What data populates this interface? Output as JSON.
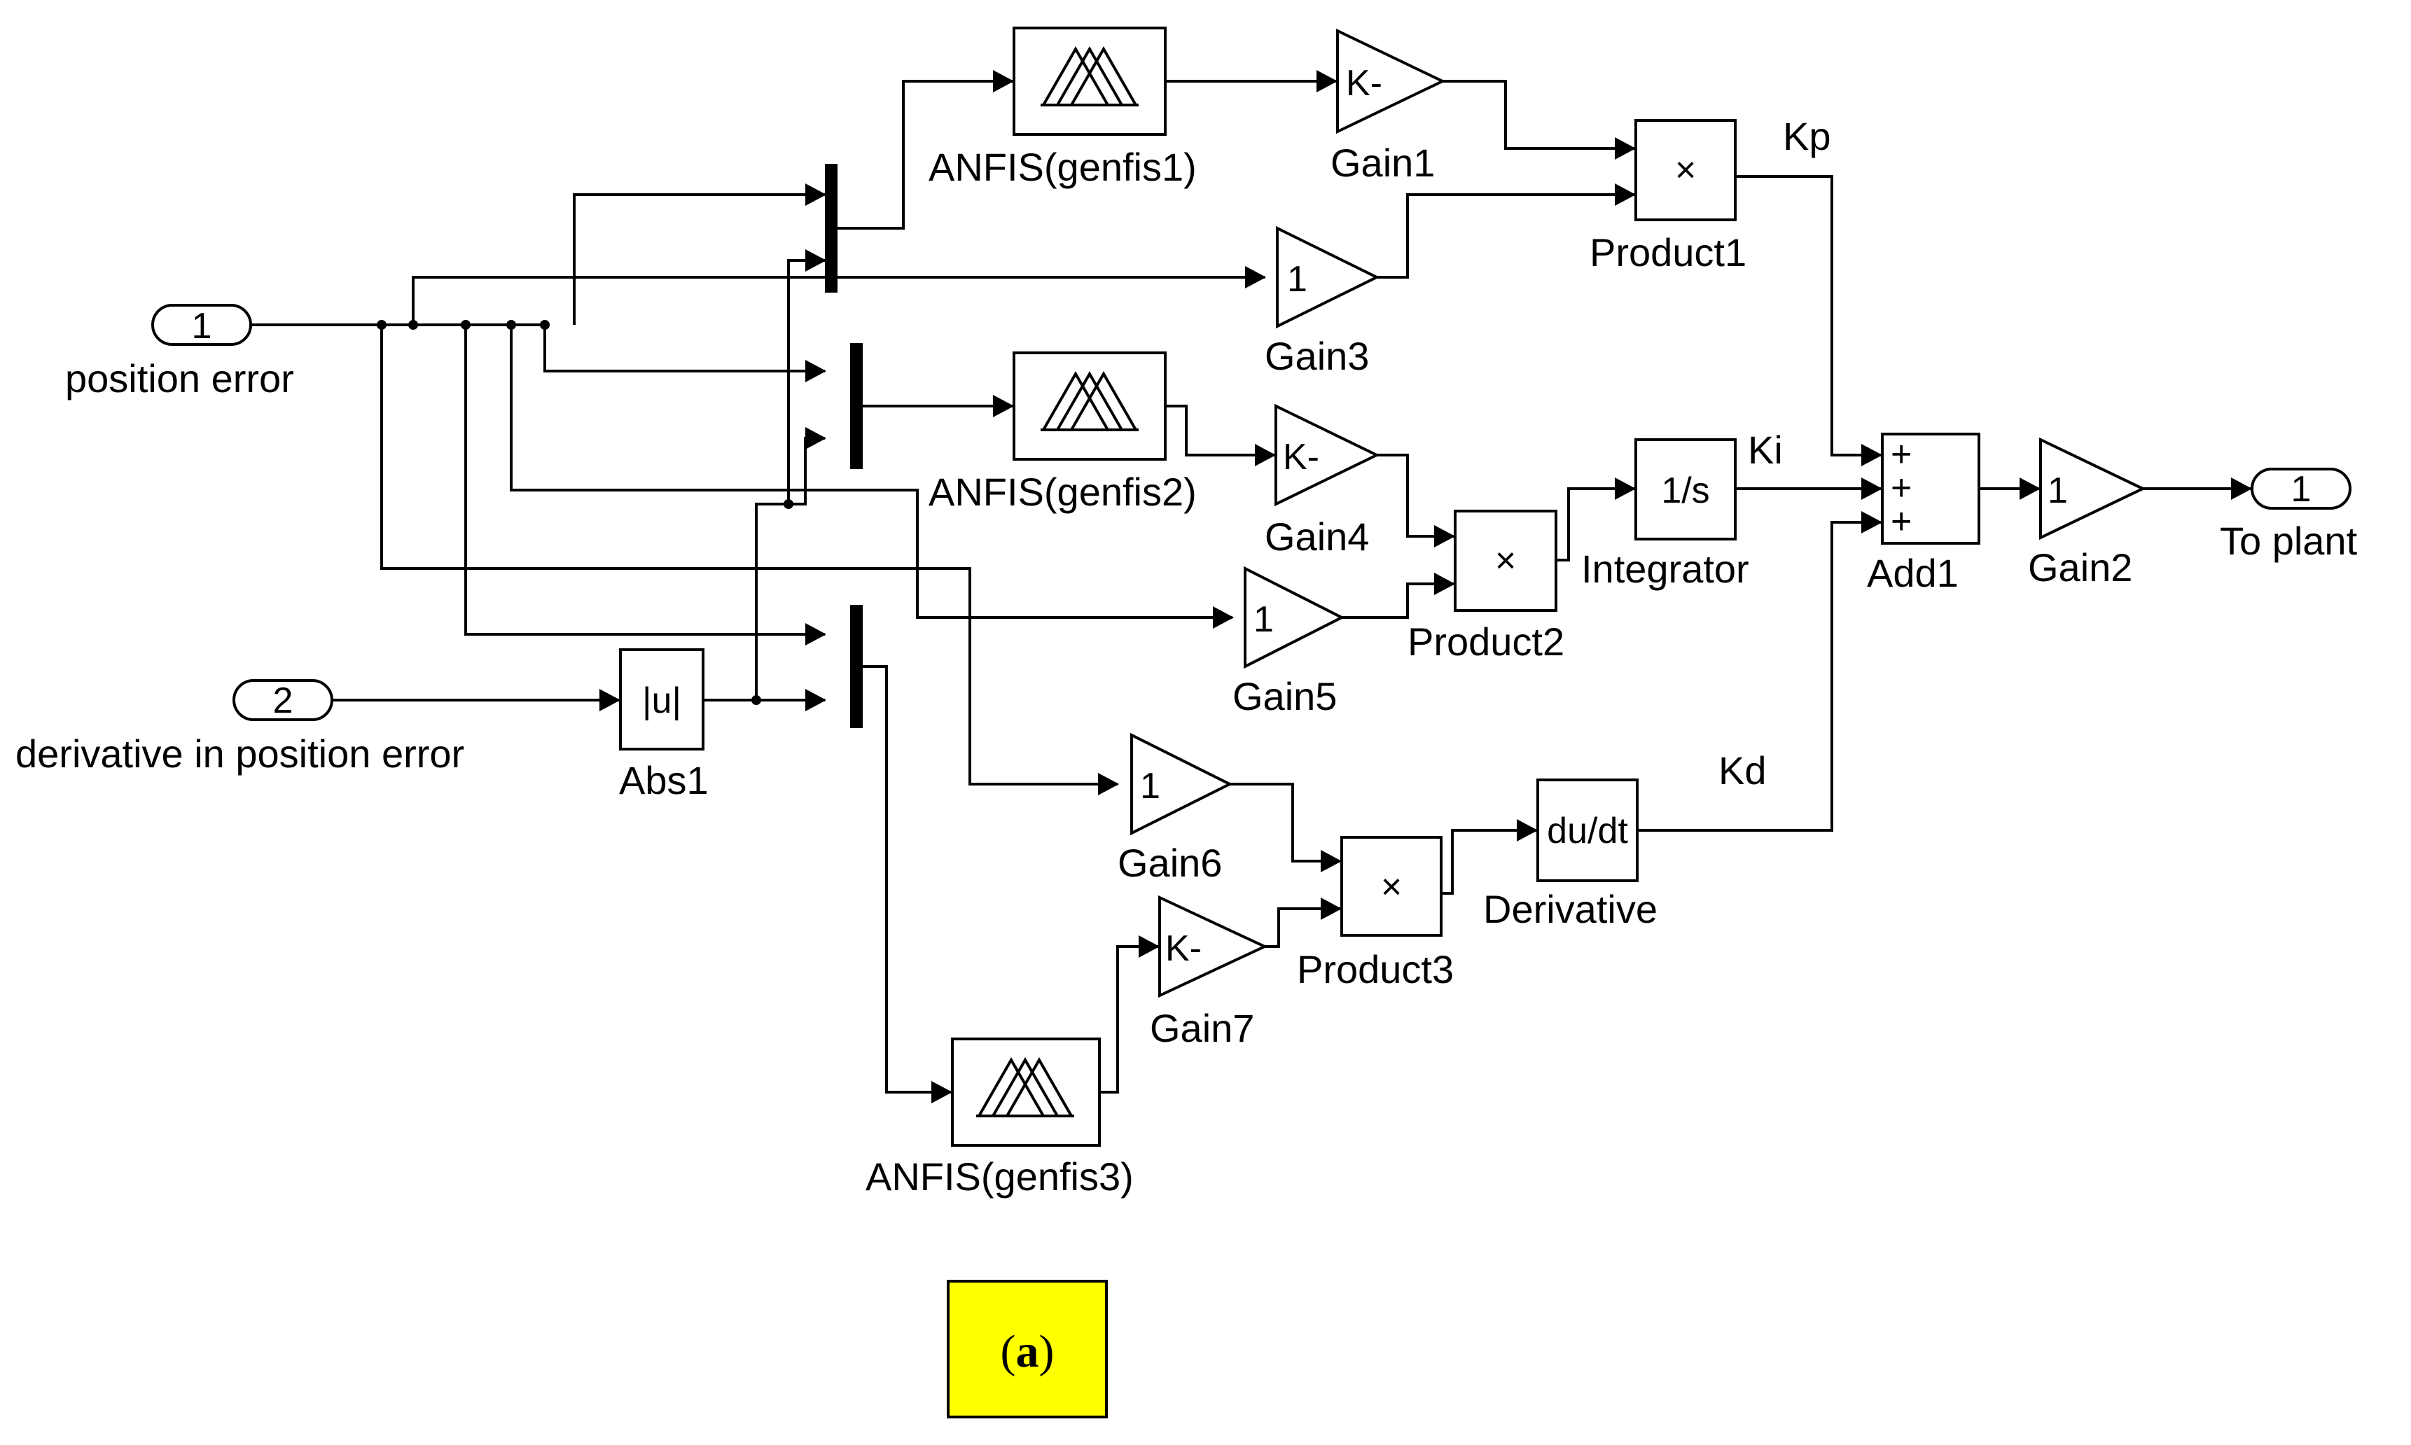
{
  "ports": {
    "in1": {
      "number": "1",
      "label": "position error"
    },
    "in2": {
      "number": "2",
      "label": "derivative in position error"
    },
    "out1": {
      "number": "1",
      "label": "To plant"
    }
  },
  "blocks": {
    "anfis1": "ANFIS(genfis1)",
    "anfis2": "ANFIS(genfis2)",
    "anfis3": "ANFIS(genfis3)",
    "gain1": {
      "label": "Gain1",
      "value": "K-"
    },
    "gain2": {
      "label": "Gain2",
      "value": "1"
    },
    "gain3": {
      "label": "Gain3",
      "value": "1"
    },
    "gain4": {
      "label": "Gain4",
      "value": "K-"
    },
    "gain5": {
      "label": "Gain5",
      "value": "1"
    },
    "gain6": {
      "label": "Gain6",
      "value": "1"
    },
    "gain7": {
      "label": "Gain7",
      "value": "K-"
    },
    "product1": {
      "label": "Product1",
      "symbol": "×"
    },
    "product2": {
      "label": "Product2",
      "symbol": "×"
    },
    "product3": {
      "label": "Product3",
      "symbol": "×"
    },
    "integrator": {
      "label": "Integrator",
      "symbol": "1/s"
    },
    "derivative": {
      "label": "Derivative",
      "symbol": "du/dt"
    },
    "abs1": {
      "label": "Abs1",
      "symbol": "|u|"
    },
    "add1": {
      "label": "Add1",
      "signs": [
        "+",
        "+",
        "+"
      ]
    }
  },
  "signals": {
    "kp": "Kp",
    "ki": "Ki",
    "kd": "Kd"
  },
  "caption": {
    "open": "(",
    "letter": "a",
    "close": ")",
    "background": "#FFFF00"
  }
}
